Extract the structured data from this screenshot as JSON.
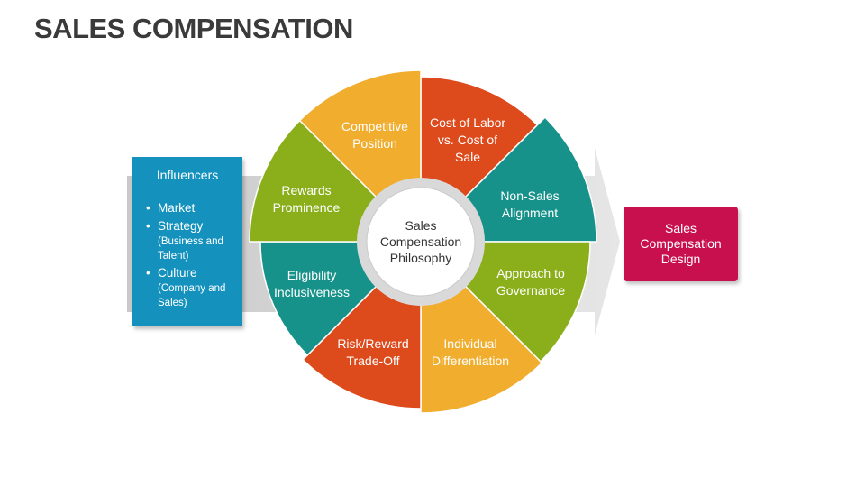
{
  "title": "SALES COMPENSATION",
  "colors": {
    "blue": "#1492bd",
    "orange_red": "#dd4a1c",
    "yellow": "#f0ad2e",
    "green": "#8aaf1a",
    "teal": "#16928a",
    "magenta": "#c8104f",
    "arrow_gray": "#d6d6d6"
  },
  "influencers": {
    "heading": "Influencers",
    "items": [
      {
        "label": "Market",
        "sub": ""
      },
      {
        "label": "Strategy",
        "sub": "(Business and Talent)"
      },
      {
        "label": "Culture",
        "sub": "(Company and Sales)"
      }
    ]
  },
  "wheel": {
    "center": "Sales\nCompensation\nPhilosophy",
    "segments": [
      {
        "label": "Cost of Labor\nvs. Cost of\nSale",
        "color": "#dd4a1c"
      },
      {
        "label": "Non-Sales\nAlignment",
        "color": "#16928a"
      },
      {
        "label": "Approach to\nGovernance",
        "color": "#8aaf1a"
      },
      {
        "label": "Individual\nDifferentiation",
        "color": "#f0ad2e"
      },
      {
        "label": "Risk/Reward\nTrade-Off",
        "color": "#dd4a1c"
      },
      {
        "label": "Eligibility\nInclusiveness",
        "color": "#16928a"
      },
      {
        "label": "Rewards\nProminence",
        "color": "#8aaf1a"
      },
      {
        "label": "Competitive\nPosition",
        "color": "#f0ad2e"
      }
    ]
  },
  "outcome": {
    "label": "Sales\nCompensation\nDesign"
  }
}
